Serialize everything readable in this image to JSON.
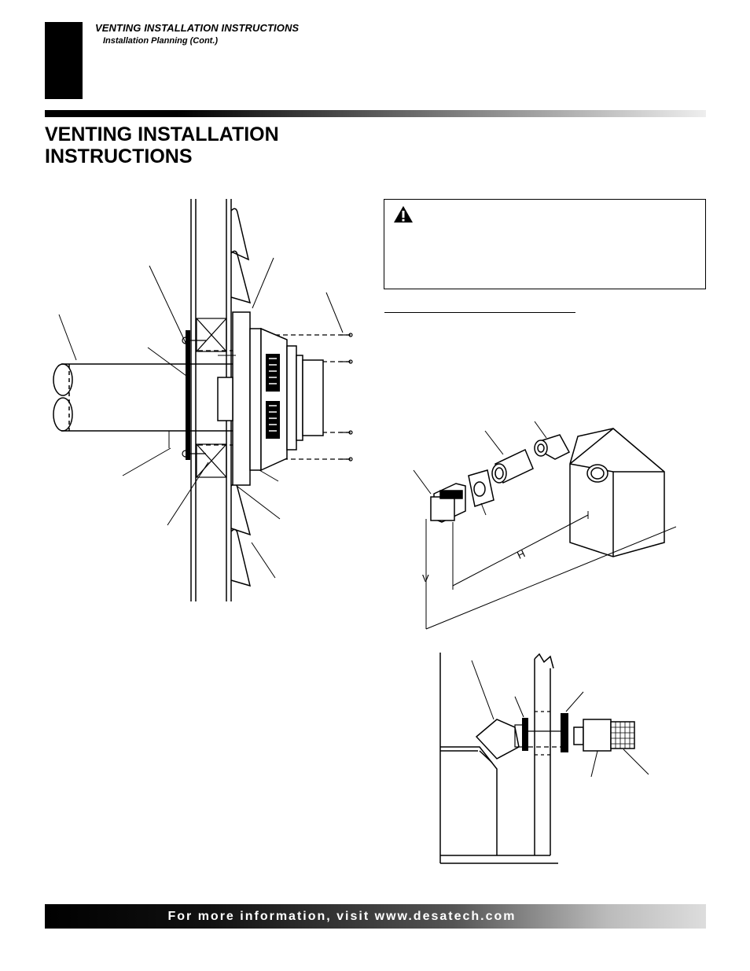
{
  "header": {
    "section_title": "VENTING INSTALLATION INSTRUCTIONS",
    "section_subtitle": "Installation Planning (Cont.)"
  },
  "page_title_lines": [
    "VENTING INSTALLATION",
    "INSTRUCTIONS"
  ],
  "warning_box": {
    "icon": "warning-triangle-icon"
  },
  "figures": {
    "vent_kit": {
      "dimension_h": "H",
      "dimension_v": "V"
    }
  },
  "footer": {
    "text": "For more information, visit www.desatech.com"
  },
  "colors": {
    "ink": "#000000",
    "paper": "#ffffff"
  }
}
